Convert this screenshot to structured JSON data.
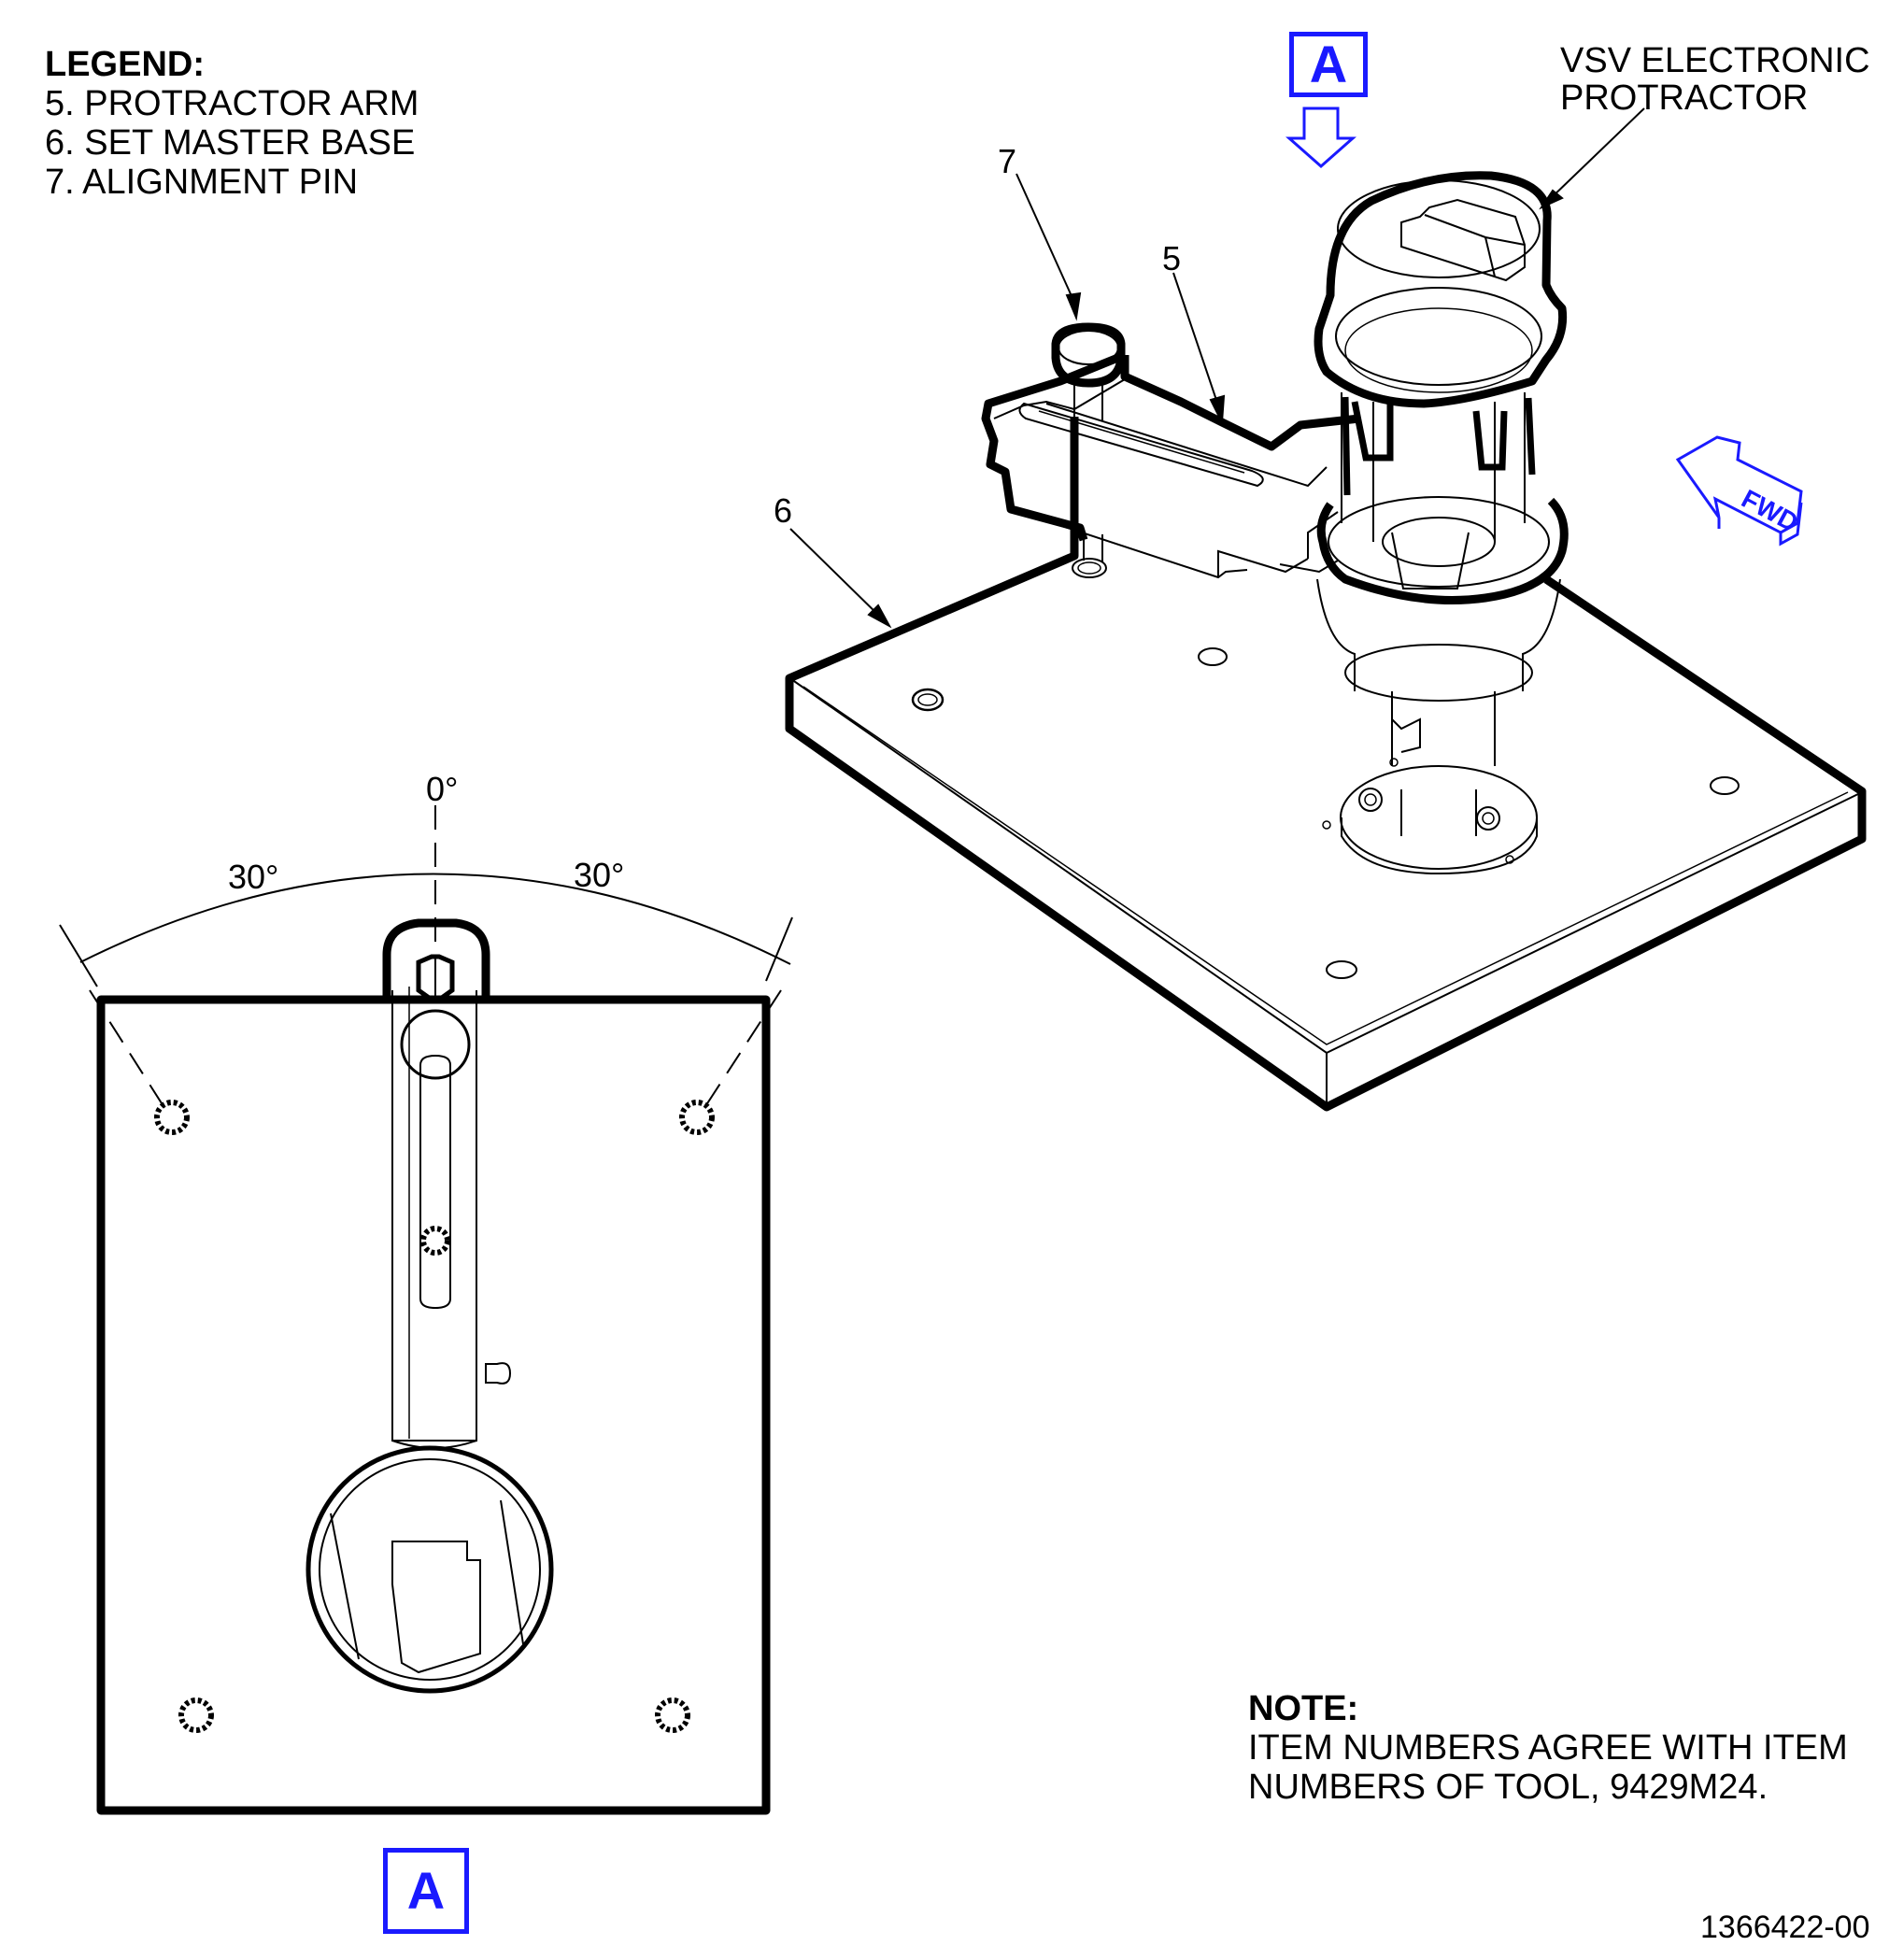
{
  "legend": {
    "heading": "LEGEND:",
    "items": [
      "5. PROTRACTOR ARM",
      "6. SET MASTER BASE",
      "7. ALIGNMENT PIN"
    ]
  },
  "view_label": "A",
  "protractor_label": [
    "VSV ELECTRONIC",
    "PROTRACTOR"
  ],
  "callouts": {
    "item5": "5",
    "item6": "6",
    "item7": "7"
  },
  "fwd_label": "FWD",
  "angles": {
    "center": "0°",
    "left": "30°",
    "right": "30°"
  },
  "note": {
    "heading": "NOTE:",
    "lines": [
      "ITEM NUMBERS AGREE WITH ITEM",
      "NUMBERS OF TOOL, 9429M24."
    ]
  },
  "figure_number": "1366422-00",
  "colors": {
    "view_marker": "#1a1aff",
    "line": "#000000"
  }
}
